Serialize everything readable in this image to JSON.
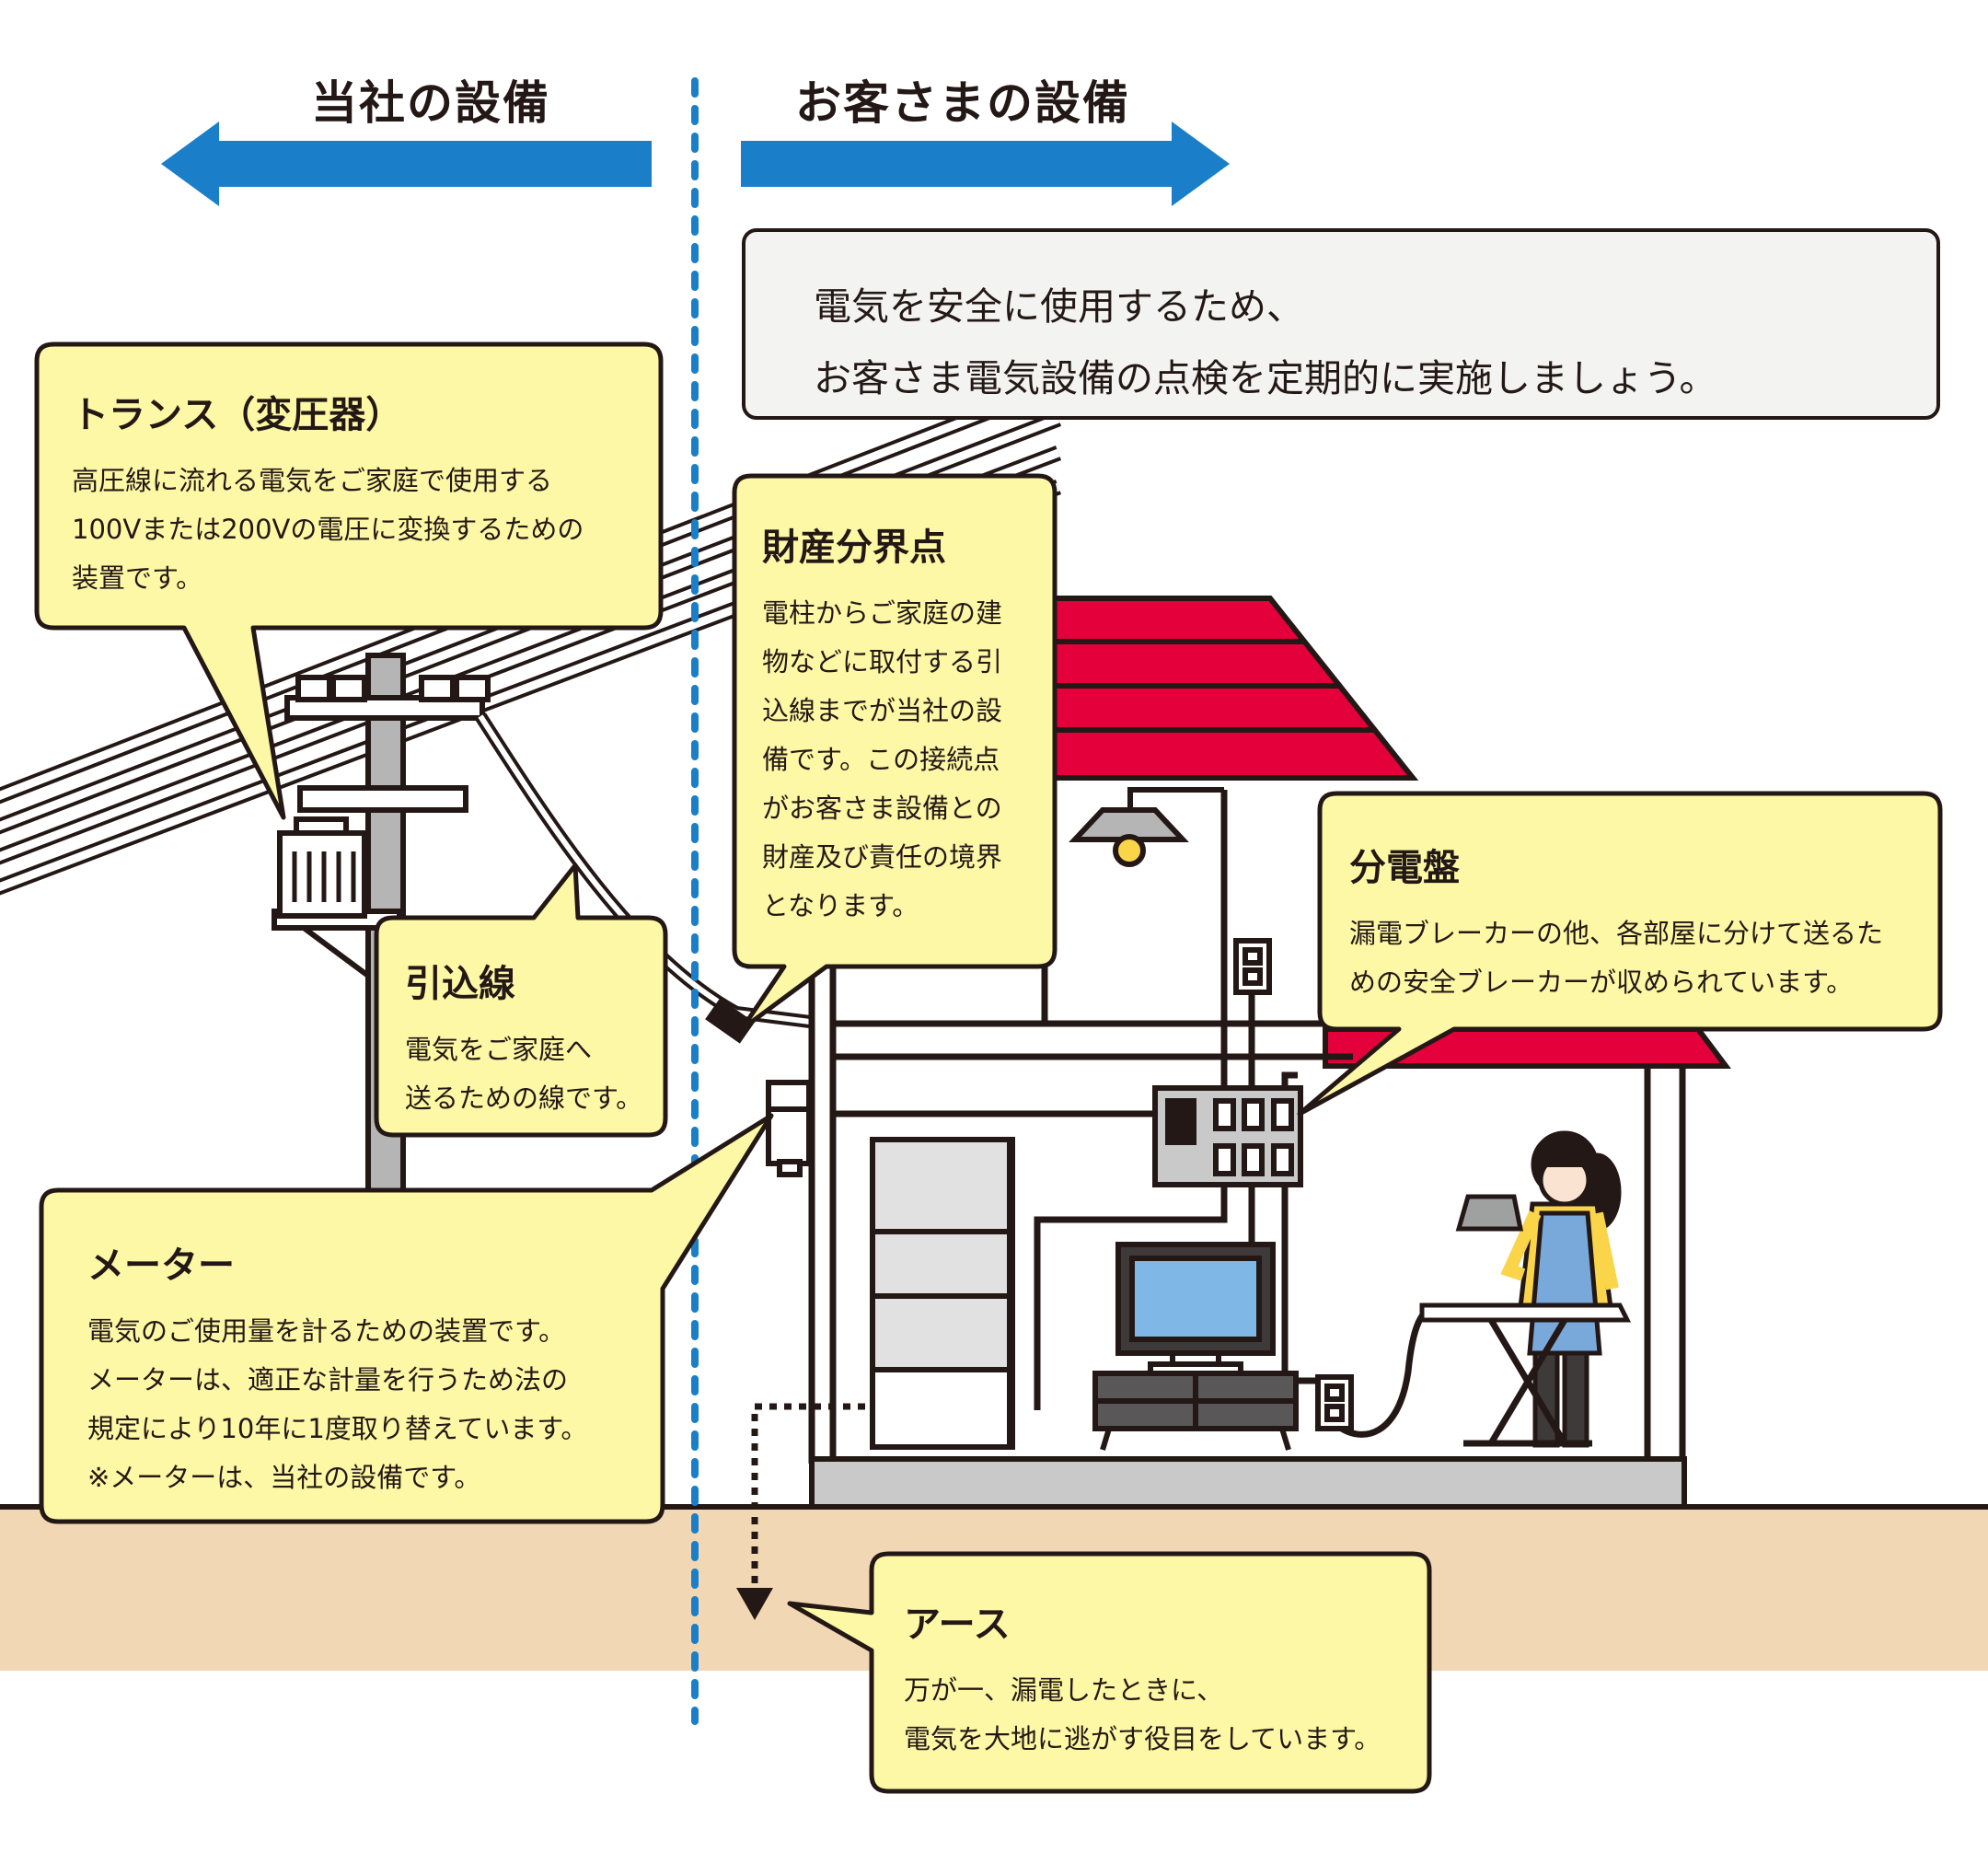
{
  "headers": {
    "company_side": "当社の設備",
    "customer_side": "お客さまの設備"
  },
  "notice": {
    "line1": "電気を安全に使用するため、",
    "line2": "お客さま電気設備の点検を定期的に実施しましょう。"
  },
  "callouts": {
    "transformer": {
      "title": "トランス（変圧器）",
      "lines": [
        "高圧線に流れる電気をご家庭で使用する",
        "100Vまたは200Vの電圧に変換するための",
        "装置です。"
      ]
    },
    "boundary": {
      "title": "財産分界点",
      "lines": [
        "電柱からご家庭の建",
        "物などに取付する引",
        "込線までが当社の設",
        "備です。この接続点",
        "がお客さま設備との",
        "財産及び責任の境界",
        "となります。"
      ]
    },
    "service_drop": {
      "title": "引込線",
      "lines": [
        "電気をご家庭へ",
        "送るための線です。"
      ]
    },
    "panel": {
      "title": "分電盤",
      "lines": [
        "漏電ブレーカーの他、各部屋に分けて送るた",
        "めの安全ブレーカーが収められています。"
      ]
    },
    "meter": {
      "title": "メーター",
      "lines": [
        "電気のご使用量を計るための装置です。",
        "メーターは、適正な計量を行うため法の",
        "規定により10年に1度取り替えています。",
        "※メーターは、当社の設備です。"
      ]
    },
    "earth": {
      "title": "アース",
      "lines": [
        "万が一、漏電したときに、",
        "電気を大地に逃がす役目をしています。"
      ]
    }
  },
  "colors": {
    "callout_fill": "#fdf8a5",
    "arrow_blue": "#1a7fc8",
    "roof_red": "#e4003a",
    "ground": "#f2d7b4",
    "outline": "#231815",
    "tv_screen": "#7fb7e6",
    "shirt_yellow": "#fad54a",
    "apron_blue": "#79a9da"
  }
}
